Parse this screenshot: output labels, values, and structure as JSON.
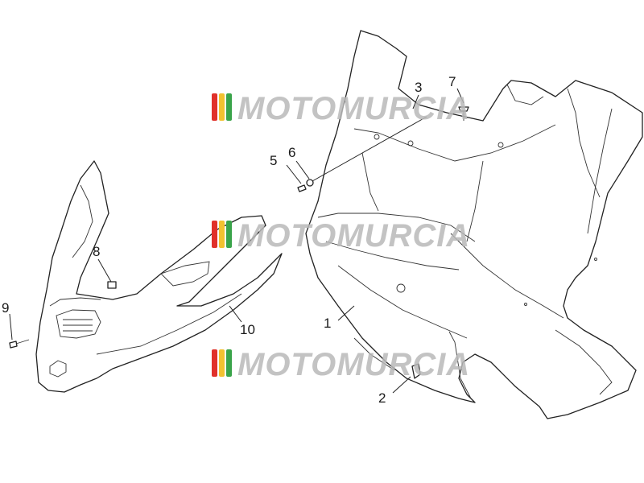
{
  "watermark": {
    "text": "MOTOMURCIA",
    "stripe_colors": [
      "#e0312b",
      "#f2c230",
      "#3aa44a"
    ],
    "text_color": "#b9b9b9"
  },
  "callouts": {
    "c1": "1",
    "c2": "2",
    "c3": "3",
    "c5": "5",
    "c6": "6",
    "c7": "7",
    "c8": "8",
    "c9": "9",
    "c10": "10"
  }
}
